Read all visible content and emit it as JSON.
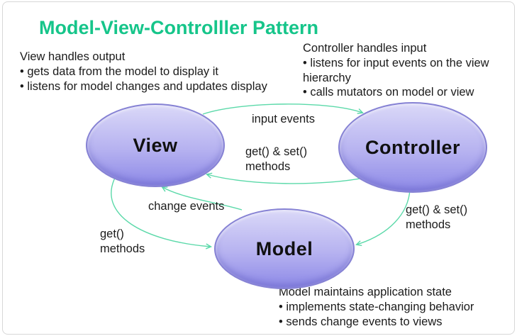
{
  "title": "Model-View-Controlller Pattern",
  "notes": {
    "view": {
      "heading": "View handles output",
      "bullets": [
        "• gets data from the model to display it",
        "• listens for model changes and updates display"
      ]
    },
    "controller": {
      "heading": "Controller handles input",
      "bullets": [
        "• listens for input events on the view hierarchy",
        "• calls mutators on model or view"
      ]
    },
    "model": {
      "heading": "Model maintains application state",
      "bullets": [
        "• implements state-changing behavior",
        "• sends change events to views"
      ]
    }
  },
  "nodes": [
    {
      "id": "view",
      "label": "View"
    },
    {
      "id": "controller",
      "label": "Controller"
    },
    {
      "id": "model",
      "label": "Model"
    }
  ],
  "edges": [
    {
      "from": "view",
      "to": "controller",
      "label": "input events"
    },
    {
      "from": "controller",
      "to": "view",
      "label": "get() & set()\nmethods"
    },
    {
      "from": "model",
      "to": "view",
      "label": "change events"
    },
    {
      "from": "view",
      "to": "model",
      "label": "get()\nmethods"
    },
    {
      "from": "controller",
      "to": "model",
      "label": "get() & set()\nmethods"
    }
  ],
  "colors": {
    "title_green": "#16c58a",
    "arrow": "#5bd9a9",
    "node_fill_top": "#dad8f8",
    "node_fill_bottom": "#8d89e7",
    "node_border": "#8682d4",
    "text": "#1b1b1b",
    "frame_border": "#d7d7d7"
  }
}
